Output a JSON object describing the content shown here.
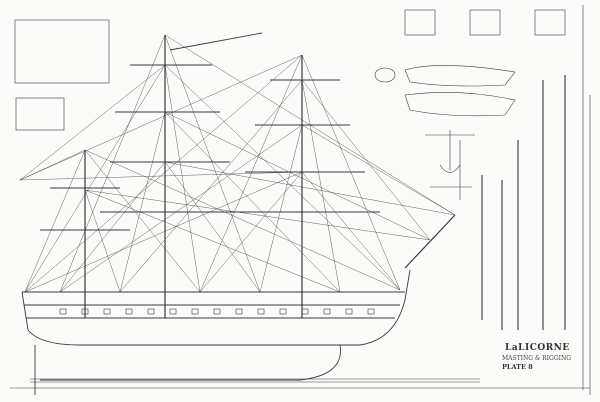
{
  "plate": {
    "title": "LaLICORNE",
    "subtitle": "MASTING & RIGGING",
    "plate_label": "PLATE 8"
  },
  "colors": {
    "ink": "#333333",
    "paper": "#fbfbf9"
  }
}
